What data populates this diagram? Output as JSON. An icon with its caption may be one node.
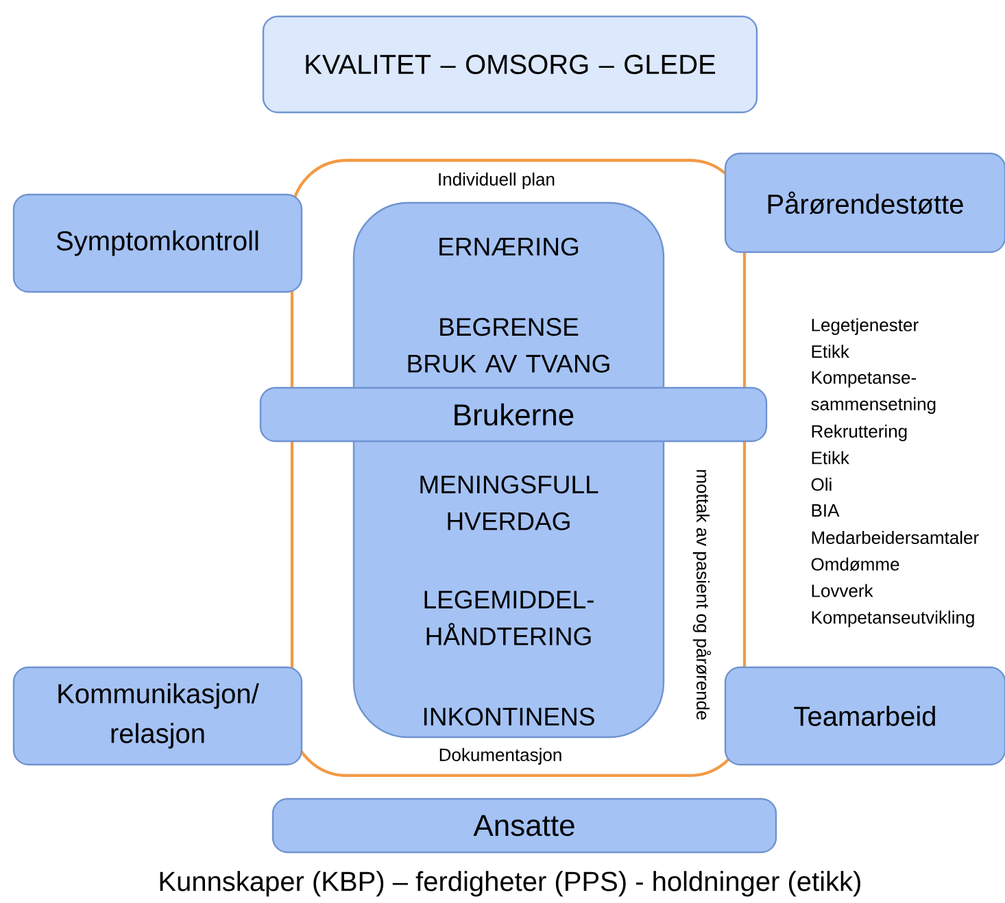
{
  "diagram": {
    "caption": "Kunnskaper (KBP) – ferdigheter (PPS) - holdninger (etikk)",
    "nodes": [
      {
        "text": [
          "KVALITET – OMSORG – GLEDE"
        ]
      },
      {
        "text": [
          "Individuell plan",
          "Dokumentasjon",
          "mottak av pasient og pårørende"
        ]
      },
      {
        "text": [
          "ERNÆRING",
          "BEGRENSE BRUK AV TVANG",
          "MENINGSFULL HVERDAG",
          "LEGEMIDDEL- HÅNDTERING",
          "INKONTINENS"
        ],
        "in": 1
      },
      {
        "text": [
          "Brukerne"
        ]
      },
      {
        "text": [
          "Symptomkontroll"
        ]
      },
      {
        "text": [
          "Pårørendestøtte"
        ]
      },
      {
        "text": [
          "Kommunikasjon/ relasjon"
        ]
      },
      {
        "text": [
          "Teamarbeid"
        ]
      },
      {
        "text": [
          "Ansatte"
        ]
      }
    ],
    "labels": [
      "Legetjenester",
      "Etikk",
      "Kompetanse- sammensetning",
      "Rekruttering",
      "Etikk",
      "Oli",
      "BIA",
      "Medarbeidersamtaler",
      "Omdømme",
      "Lovverk",
      "Kompetanseutvikling"
    ]
  }
}
